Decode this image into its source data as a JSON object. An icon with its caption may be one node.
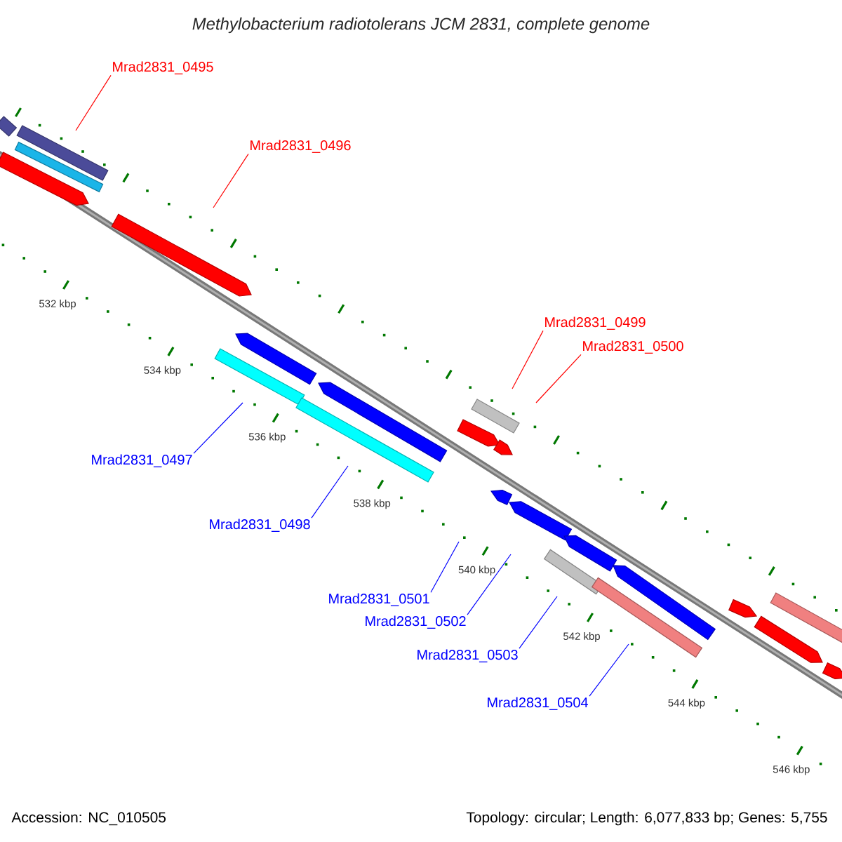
{
  "diagram": {
    "title": "Methylobacterium radiotolerans JCM 2831, complete genome",
    "nodes": [
      {
        "text": [
          "Mrad2831_0495"
        ]
      },
      {
        "text": [
          "Mrad2831_0496"
        ]
      },
      {
        "text": [
          "Mrad2831_0499"
        ]
      },
      {
        "text": [
          "Mrad2831_0500"
        ]
      },
      {
        "text": [
          "Mrad2831_0497"
        ]
      },
      {
        "text": [
          "Mrad2831_0498"
        ]
      },
      {
        "text": [
          "Mrad2831_0501"
        ]
      },
      {
        "text": [
          "Mrad2831_0502"
        ]
      },
      {
        "text": [
          "Mrad2831_0503"
        ]
      },
      {
        "text": [
          "Mrad2831_0504"
        ]
      }
    ],
    "edges": [
      {
        "from": 0,
        "to": null,
        "arrow": "none",
        "color": "#ff0000"
      },
      {
        "from": 1,
        "to": null,
        "arrow": "none",
        "color": "#ff0000"
      },
      {
        "from": 2,
        "to": null,
        "arrow": "none",
        "color": "#ff0000"
      },
      {
        "from": 3,
        "to": null,
        "arrow": "none",
        "color": "#ff0000"
      },
      {
        "from": 4,
        "to": null,
        "arrow": "none",
        "color": "#0000ff"
      },
      {
        "from": 5,
        "to": null,
        "arrow": "none",
        "color": "#0000ff"
      },
      {
        "from": 6,
        "to": null,
        "arrow": "none",
        "color": "#0000ff"
      },
      {
        "from": 7,
        "to": null,
        "arrow": "none",
        "color": "#0000ff"
      },
      {
        "from": 8,
        "to": null,
        "arrow": "none",
        "color": "#0000ff"
      },
      {
        "from": 9,
        "to": null,
        "arrow": "none",
        "color": "#0000ff"
      }
    ],
    "labels": [
      "532 kbp",
      "534 kbp",
      "536 kbp",
      "538 kbp",
      "540 kbp",
      "542 kbp",
      "544 kbp",
      "546 kbp",
      "Accession: NC_010505",
      "Topology: circular; Length: 6,077,833 bp; Genes: 5,755"
    ]
  }
}
